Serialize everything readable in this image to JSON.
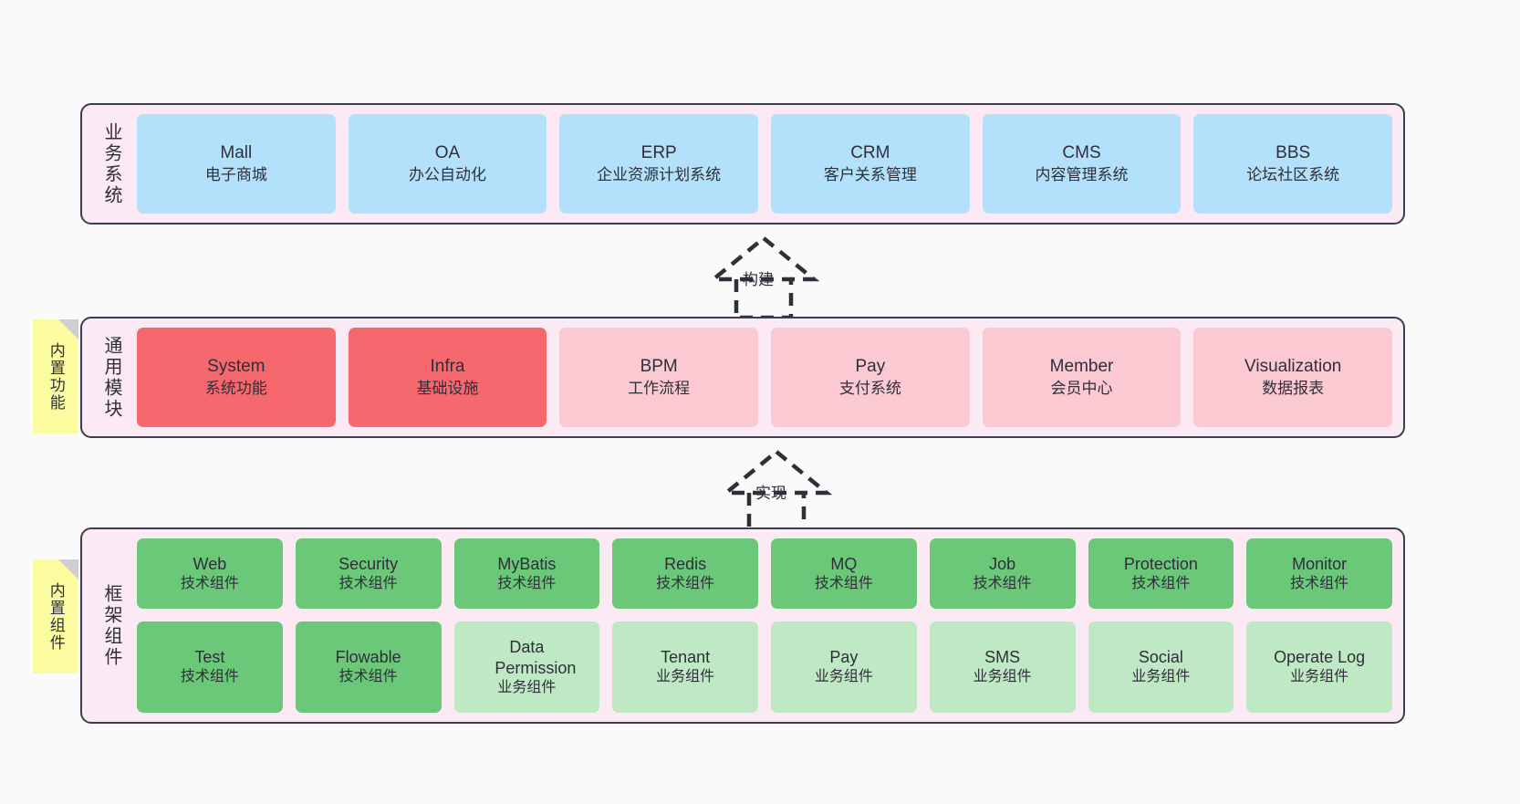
{
  "diagram": {
    "background": "#fafafa",
    "layer_fill": "#fbeaf4",
    "layer_border": "#3d3d4e",
    "note_fill": "#fbfba0",
    "colors": {
      "blue": "#b3e0fb",
      "red": "#f4686e",
      "pink": "#fbc9d2",
      "green": "#6ac878",
      "light_green": "#bfe8c4"
    }
  },
  "layers": [
    {
      "id": "business",
      "caption": "业务系统",
      "nodes": [
        {
          "title": "Mall",
          "sub": "电子商城",
          "color": "blue"
        },
        {
          "title": "OA",
          "sub": "办公自动化",
          "color": "blue"
        },
        {
          "title": "ERP",
          "sub": "企业资源计划系统",
          "color": "blue"
        },
        {
          "title": "CRM",
          "sub": "客户关系管理",
          "color": "blue"
        },
        {
          "title": "CMS",
          "sub": "内容管理系统",
          "color": "blue"
        },
        {
          "title": "BBS",
          "sub": "论坛社区系统",
          "color": "blue"
        }
      ]
    },
    {
      "id": "common",
      "caption": "通用模块",
      "note": "内置功能",
      "nodes": [
        {
          "title": "System",
          "sub": "系统功能",
          "color": "red"
        },
        {
          "title": "Infra",
          "sub": "基础设施",
          "color": "red"
        },
        {
          "title": "BPM",
          "sub": "工作流程",
          "color": "pink"
        },
        {
          "title": "Pay",
          "sub": "支付系统",
          "color": "pink"
        },
        {
          "title": "Member",
          "sub": "会员中心",
          "color": "pink"
        },
        {
          "title": "Visualization",
          "sub": "数据报表",
          "color": "pink"
        }
      ]
    },
    {
      "id": "framework",
      "caption": "框架组件",
      "note": "内置组件",
      "rows": [
        [
          {
            "title": "Web",
            "sub": "技术组件",
            "color": "green"
          },
          {
            "title": "Security",
            "sub": "技术组件",
            "color": "green"
          },
          {
            "title": "MyBatis",
            "sub": "技术组件",
            "color": "green"
          },
          {
            "title": "Redis",
            "sub": "技术组件",
            "color": "green"
          },
          {
            "title": "MQ",
            "sub": "技术组件",
            "color": "green"
          },
          {
            "title": "Job",
            "sub": "技术组件",
            "color": "green"
          },
          {
            "title": "Protection",
            "sub": "技术组件",
            "color": "green"
          },
          {
            "title": "Monitor",
            "sub": "技术组件",
            "color": "green"
          }
        ],
        [
          {
            "title": "Test",
            "sub": "技术组件",
            "color": "green"
          },
          {
            "title": "Flowable",
            "sub": "技术组件",
            "color": "green"
          },
          {
            "title": "Data Permission",
            "sub": "业务组件",
            "color": "light_green"
          },
          {
            "title": "Tenant",
            "sub": "业务组件",
            "color": "light_green"
          },
          {
            "title": "Pay",
            "sub": "业务组件",
            "color": "light_green"
          },
          {
            "title": "SMS",
            "sub": "业务组件",
            "color": "light_green"
          },
          {
            "title": "Social",
            "sub": "业务组件",
            "color": "light_green"
          },
          {
            "title": "Operate Log",
            "sub": "业务组件",
            "color": "light_green"
          }
        ]
      ]
    }
  ],
  "connectors": [
    {
      "id": "build",
      "label": "构建",
      "from": "common",
      "to": "business"
    },
    {
      "id": "implement",
      "label": "实现",
      "from": "framework",
      "to": "common"
    }
  ]
}
